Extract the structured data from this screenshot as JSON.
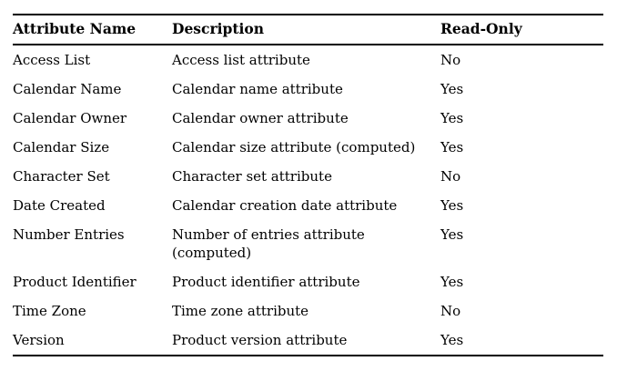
{
  "table": {
    "headers": {
      "name": "Attribute Name",
      "description": "Description",
      "readonly": "Read-Only"
    },
    "rows": [
      {
        "name": "Access List",
        "description": "Access list attribute",
        "readonly": "No"
      },
      {
        "name": "Calendar Name",
        "description": "Calendar name attribute",
        "readonly": "Yes"
      },
      {
        "name": "Calendar Owner",
        "description": "Calendar owner attribute",
        "readonly": "Yes"
      },
      {
        "name": "Calendar Size",
        "description": "Calendar size attribute (computed)",
        "readonly": "Yes"
      },
      {
        "name": "Character Set",
        "description": "Character set attribute",
        "readonly": "No"
      },
      {
        "name": "Date Created",
        "description": "Calendar creation date attribute",
        "readonly": "Yes"
      },
      {
        "name": "Number Entries",
        "description": "Number of entries attribute (computed)",
        "readonly": "Yes"
      },
      {
        "name": "Product Identifier",
        "description": "Product identifier attribute",
        "readonly": "Yes"
      },
      {
        "name": "Time Zone",
        "description": "Time zone attribute",
        "readonly": "No"
      },
      {
        "name": "Version",
        "description": "Product version attribute",
        "readonly": "Yes"
      }
    ],
    "colors": {
      "text": "#000000",
      "rule": "#000000",
      "background": "#ffffff"
    }
  }
}
